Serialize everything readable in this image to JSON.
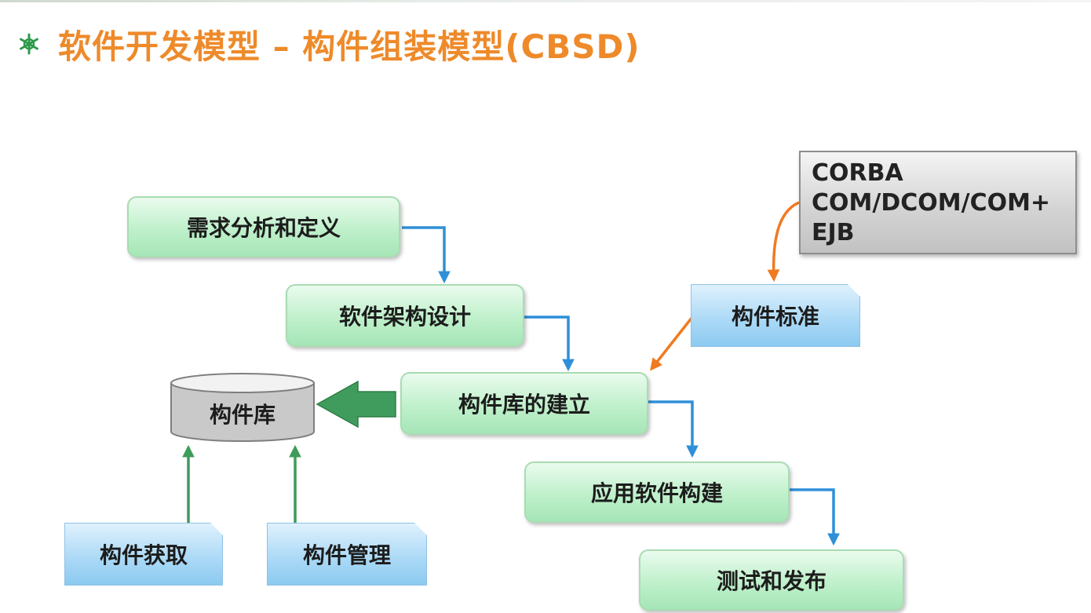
{
  "title": {
    "text": "软件开发模型 – 构件组装模型(CBSD)",
    "icon": "snowflake-bullet-icon",
    "color": "#ee8a2a",
    "icon_color": "#2e9a4b"
  },
  "process_steps": [
    "需求分析和定义",
    "软件架构设计",
    "构件库的建立",
    "应用软件构建",
    "测试和发布"
  ],
  "repository": {
    "label": "构件库"
  },
  "inputs": [
    "构件获取",
    "构件管理"
  ],
  "standard": {
    "label": "构件标准"
  },
  "standards_list": [
    "CORBA",
    "COM/DCOM/COM+",
    "EJB"
  ],
  "colors": {
    "process_arrow": "#2f8fd8",
    "standard_arrow": "#f07a21",
    "repo_arrow": "#3e9b5a",
    "green_box": "#bff0cb",
    "blue_box": "#a9d8f6",
    "gray_box": "#d2d2d2"
  }
}
